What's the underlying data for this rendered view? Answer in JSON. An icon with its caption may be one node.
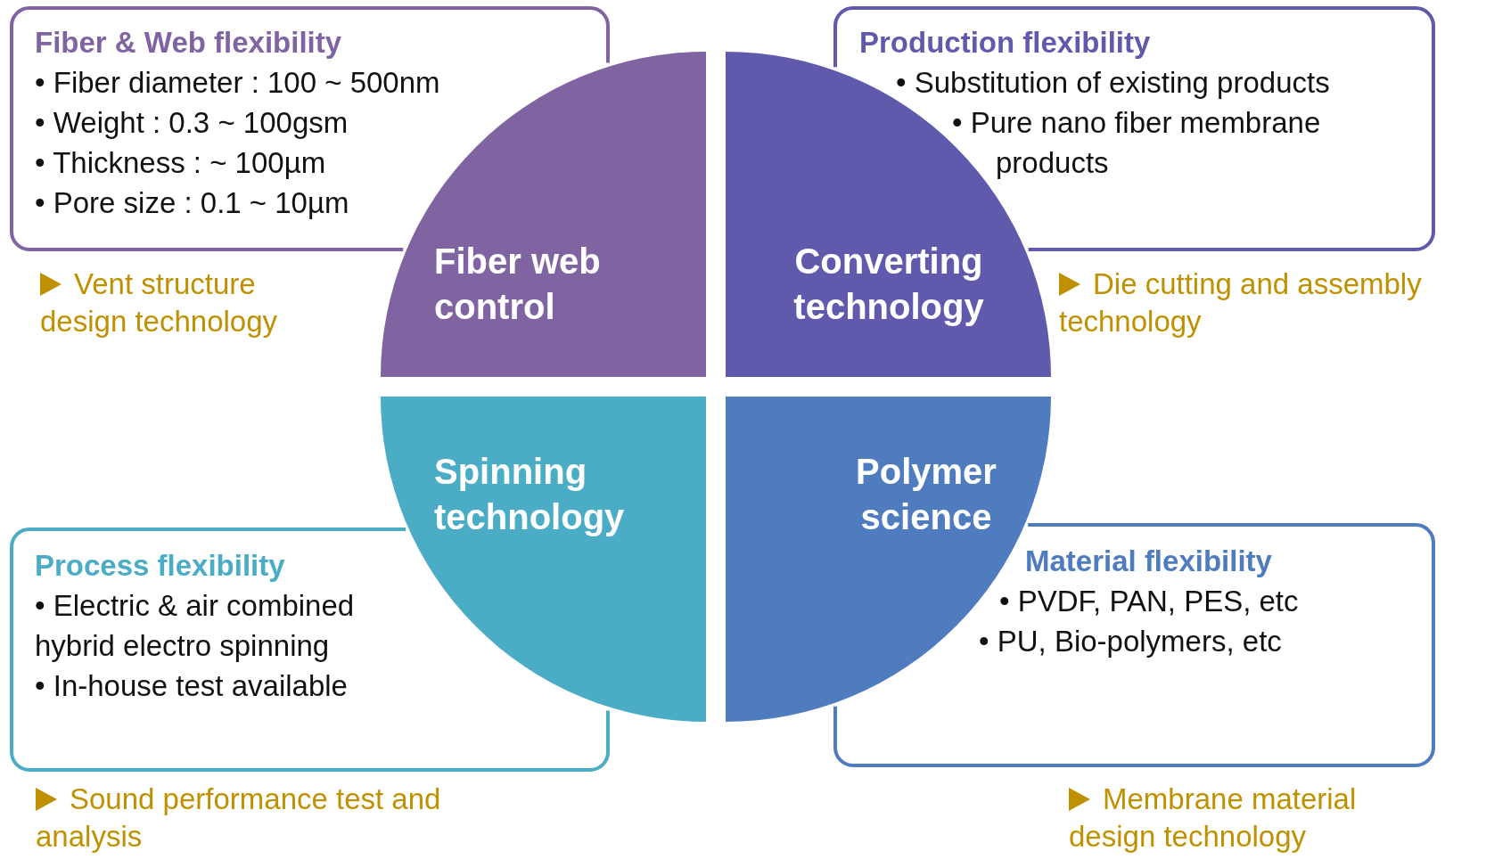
{
  "diagram": {
    "nodes": [
      {
        "text": [
          "Fiber & Web flexibility",
          "• Fiber diameter : 100 ~ 500nm",
          "• Weight : 0.3 ~ 100gsm",
          "• Thickness : ~ 100µm",
          "• Pore size : 0.1 ~ 10µm"
        ],
        "beside": [
          "Vent structure design technology"
        ]
      },
      {
        "text": [
          "Production flexibility",
          "• Substitution of existing products",
          "• Pure nano fiber membrane products"
        ],
        "beside": [
          "Die cutting and assembly technology"
        ]
      },
      {
        "text": [
          "Fiber web control"
        ]
      },
      {
        "text": [
          "Converting technology"
        ]
      },
      {
        "text": [
          "Spinning technology"
        ]
      },
      {
        "text": [
          "Polymer science"
        ]
      },
      {
        "text": [
          "Process flexibility",
          "• Electric & air combined hybrid electro spinning",
          "• In-house test available"
        ],
        "beside": [
          "Sound performance test and analysis"
        ]
      },
      {
        "text": [
          "Material flexibility",
          "• PVDF, PAN, PES, etc",
          "• PU, Bio-polymers, etc"
        ],
        "beside": [
          "Membrane material design technology"
        ]
      }
    ]
  }
}
